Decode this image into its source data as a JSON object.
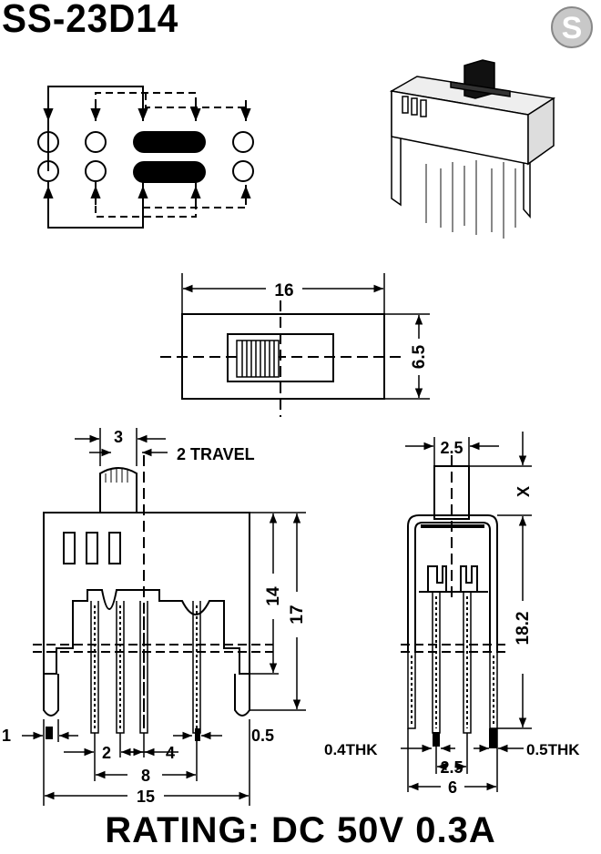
{
  "title": "SS-23D14",
  "logo_letter": "S",
  "rating": "RATING: DC 50V 0.3A",
  "dims": {
    "top_width": "16",
    "top_height": "6.5",
    "actuator_width": "3",
    "travel": "2 TRAVEL",
    "height_14": "14",
    "height_17": "17",
    "pin_1": "1",
    "pin_05": "0.5",
    "pitch_2": "2",
    "pitch_4": "4",
    "span_8": "8",
    "span_15": "15",
    "side_25_top": "2.5",
    "side_x": "X",
    "side_182": "18.2",
    "thk_04": "0.4THK",
    "thk_05": "0.5THK",
    "side_25_bottom": "2.5",
    "side_6": "6"
  },
  "colors": {
    "ink": "#000000",
    "logo_bg": "#c8c8c8"
  }
}
